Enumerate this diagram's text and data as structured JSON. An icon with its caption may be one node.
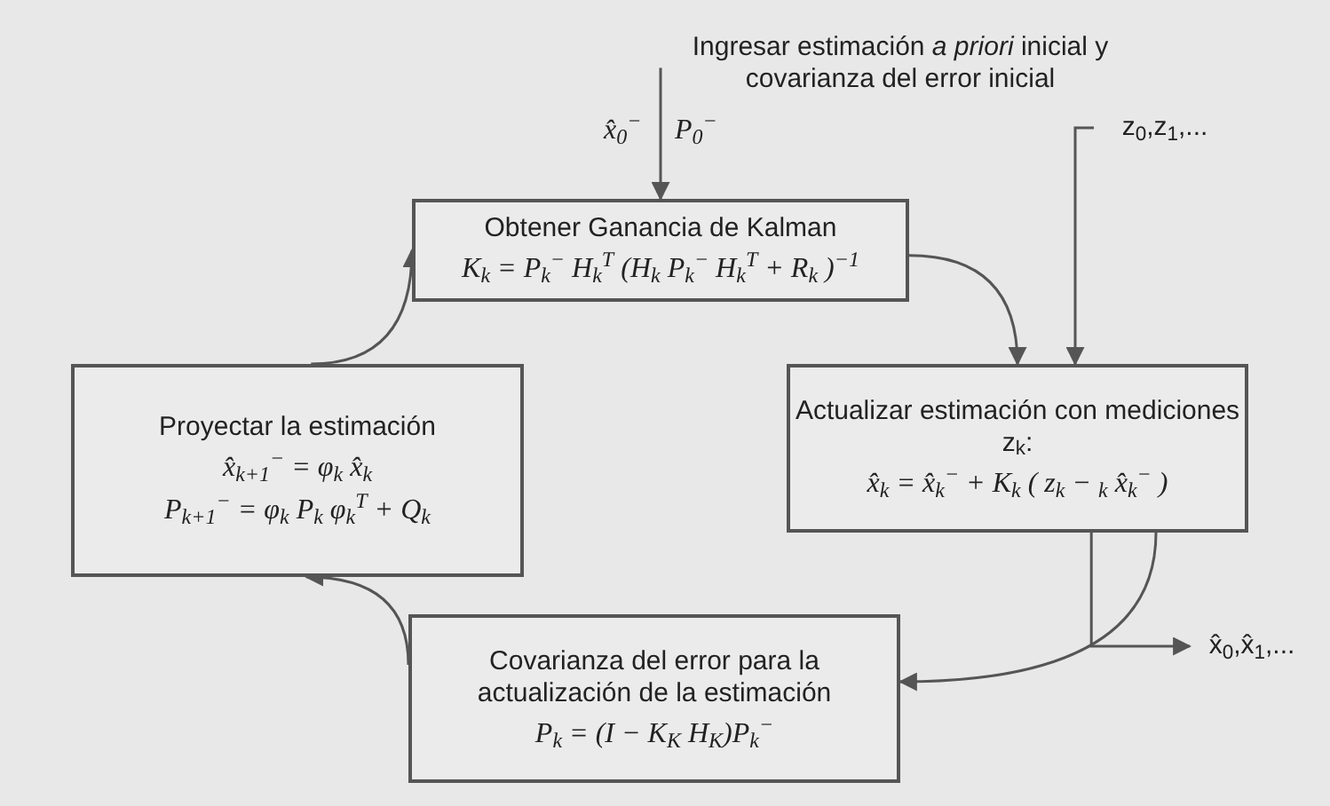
{
  "diagram": {
    "nodes": [
      {
        "text": [
          "Ingresar estimación *a priori* inicial y covarianza del error inicial"
        ]
      },
      {
        "text": [
          "Obtener Ganancia de Kalman",
          "K$_{k}$ = P$_{k}$$^{−}$ H$_{k}$$^{T}$ (H$_{k}$ P$_{k}$$^{−}$ H$_{k}$$^{T}$ + R$_{k}$ )$^{−1}$"
        ]
      },
      {
        "text": [
          "Actualizar estimación con mediciones z$_{k}$:",
          "x̂$_{k}$ = x̂$_{k}$$^{−}$ + K$_{k}$ ( z$_{k}$ − $_{k}$ x̂$_{k}$$^{−}$ )"
        ]
      },
      {
        "text": [
          "Covarianza del error para la actualización de la estimación",
          "P$_{k}$ = (I − K$_{K}$ H$_{K}$)P$_{k}$$^{−}$"
        ]
      },
      {
        "text": [
          "Proyectar la estimación",
          "x̂$_{k+1}$$^{−}$ = φ$_{k}$ x̂$_{k}$",
          "P$_{k+1}$$^{−}$ = φ$_{k}$ P$_{k}$ φ$_{k}$$^{T}$ + Q$_{k}$"
        ]
      },
      {
        "text": [
          "z$_{0}$,z$_{1}$,..."
        ]
      },
      {
        "text": [
          "x̂$_{0}$,x̂$_{1}$,..."
        ]
      }
    ],
    "edges": [
      {
        "from": 0,
        "to": 1,
        "arrow": "to"
      },
      {
        "from": 1,
        "to": 2,
        "arrow": "to"
      },
      {
        "from": 5,
        "to": 2,
        "arrow": "to"
      },
      {
        "from": 2,
        "to": 6,
        "arrow": "to"
      },
      {
        "from": 2,
        "to": 3,
        "arrow": "to"
      },
      {
        "from": 3,
        "to": 4,
        "arrow": "to"
      },
      {
        "from": 4,
        "to": 1,
        "arrow": "to"
      }
    ],
    "labels": [
      "x̂$_{0}$$^{−}$",
      "P$_{0}$$^{−}$"
    ]
  }
}
